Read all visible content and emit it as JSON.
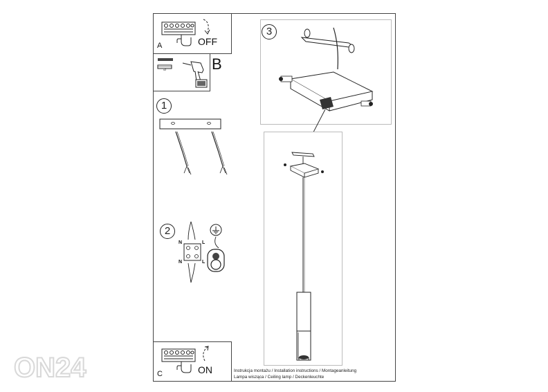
{
  "step_a": {
    "letter": "A",
    "text": "OFF"
  },
  "step_b": {
    "letter": "B",
    "screw_qty": "x2"
  },
  "step_c": {
    "letter": "C",
    "text": "ON"
  },
  "steps": {
    "s1": "1",
    "s2": "2",
    "s3": "3"
  },
  "wiring": {
    "n_top": "N",
    "l_top": "L",
    "n_bottom": "N",
    "l_bottom": "L"
  },
  "footer": {
    "line1": "Instrukcja montażu / Installation instructions / Montageanleitung",
    "line2": "Lampa wisząca / Ceiling lamp / Deckenleuchte"
  },
  "watermark": {
    "text": "ON24"
  }
}
